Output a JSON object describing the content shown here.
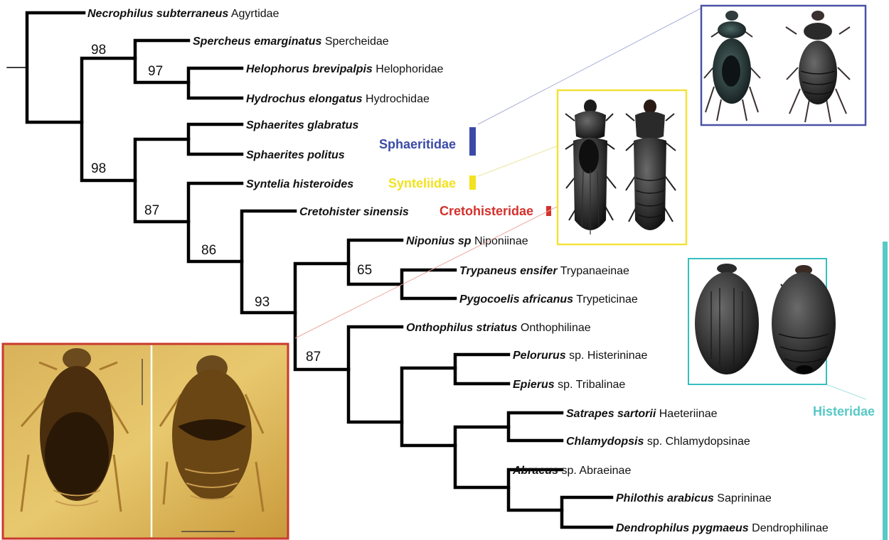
{
  "colors": {
    "sphaeritidae": "#3b4aa6",
    "synteliidae": "#f2e21f",
    "cretohisteridae": "#d4302b",
    "histeridae": "#57c9c6",
    "panel_sphaeritidae": "#4a52a6",
    "panel_synteliidae": "#f3e23a",
    "panel_histeridae": "#36bfc0",
    "panel_fossil": "#c9392f"
  },
  "taxa": [
    {
      "species": "Necrophilus subterraneus",
      "family": "Agyrtidae"
    },
    {
      "species": "Spercheus emarginatus",
      "family": "Spercheidae"
    },
    {
      "species": "Helophorus brevipalpis",
      "family": "Helophoridae"
    },
    {
      "species": "Hydrochus elongatus",
      "family": "Hydrochidae"
    },
    {
      "species": "Sphaerites glabratus",
      "family": ""
    },
    {
      "species": "Sphaerites politus",
      "family": ""
    },
    {
      "species": "Syntelia histeroides",
      "family": ""
    },
    {
      "species": "Cretohister sinensis",
      "family": ""
    },
    {
      "species": "Niponius sp",
      "family": "Niponiinae"
    },
    {
      "species": "Trypaneus ensifer",
      "family": "Trypanaeinae"
    },
    {
      "species": "Pygocoelis africanus",
      "family": "Trypeticinae"
    },
    {
      "species": "Onthophilus striatus",
      "family": "Onthophilinae"
    },
    {
      "species": "Pelorurus",
      "family": "sp. Histerininae"
    },
    {
      "species": "Epierus",
      "family": "sp. Tribalinae"
    },
    {
      "species": "Satrapes sartorii",
      "family": "Haeteriinae"
    },
    {
      "species": "Chlamydopsis",
      "family": "sp. Chlamydopsinae"
    },
    {
      "species": "Abraeus",
      "family": "sp. Abraeinae"
    },
    {
      "species": "Philothis arabicus",
      "family": "Saprininae"
    },
    {
      "species": "Dendrophilus pygmaeus",
      "family": "Dendrophilinae"
    }
  ],
  "bootstrap": [
    "98",
    "97",
    "98",
    "87",
    "86",
    "93",
    "65",
    "87"
  ],
  "clades": {
    "sphaeritidae": "Sphaeritidae",
    "synteliidae": "Synteliidae",
    "cretohisteridae": "Cretohisteridae",
    "histeridae": "Histeridae"
  },
  "photo_panels": [
    {
      "name": "Sphaeritidae specimen photos"
    },
    {
      "name": "Synteliidae specimen photos"
    },
    {
      "name": "Histeridae specimen photos"
    },
    {
      "name": "Cretohister fossil photos"
    }
  ]
}
